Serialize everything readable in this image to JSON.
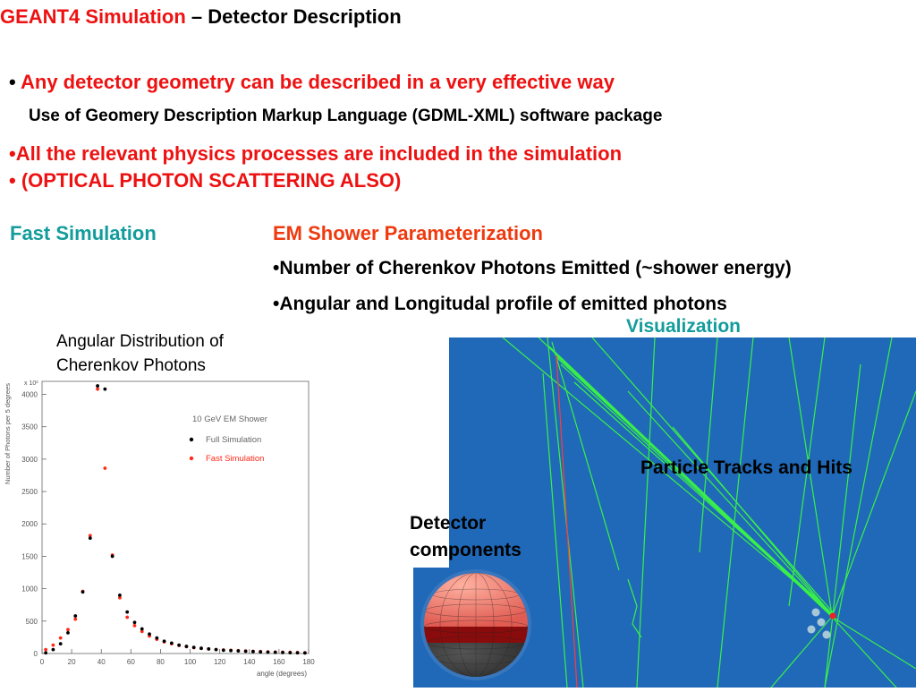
{
  "title": {
    "part1": "GEANT4 Simulation",
    "part2": " – Detector Description"
  },
  "bullets": {
    "b1_mark": "• ",
    "b1_text": "Any detector geometry can be described in a very effective way",
    "b1_sub": "Use of Geomery Description Markup Language (GDML-XML) software package",
    "b2": "•All the relevant physics processes are included in the simulation",
    "b3": "• (OPTICAL PHOTON SCATTERING ALSO)"
  },
  "fast_simulation": {
    "heading": "Fast Simulation",
    "em_heading": "EM Shower Parameterization",
    "item1": "•Number of Cherenkov Photons Emitted (~shower energy)",
    "item2": "•Angular and Longitudal profile of emitted photons"
  },
  "chart_caption": {
    "line1": "Angular Distribution of",
    "line2": "Cherenkov Photons"
  },
  "visualization": {
    "heading": "Visualization",
    "tracks_label": "Particle Tracks and Hits",
    "detector_line1": "Detector",
    "detector_line2": "components"
  },
  "colors": {
    "title_red": "#ee1111",
    "teal": "#139c9c",
    "orange": "#ef3a10",
    "viz_bg": "#1f69b8",
    "track_green": "#3dff3d"
  },
  "chart_data": {
    "type": "scatter",
    "title": "10 GeV EM Shower",
    "xlabel": "angle (degrees)",
    "ylabel": "Number of Photons per 5 degrees",
    "y_multiplier": "x 10²",
    "xlim": [
      0,
      180
    ],
    "ylim": [
      0,
      4200
    ],
    "x_ticks": [
      0,
      20,
      40,
      60,
      80,
      100,
      120,
      140,
      160,
      180
    ],
    "y_ticks": [
      0,
      500,
      1000,
      1500,
      2000,
      2500,
      3000,
      3500,
      4000
    ],
    "legend_position": "top-right",
    "series": [
      {
        "name": "Full Simulation",
        "color": "#000000",
        "x": [
          2.5,
          7.5,
          12.5,
          17.5,
          22.5,
          27.5,
          32.5,
          37.5,
          42.5,
          47.5,
          52.5,
          57.5,
          62.5,
          67.5,
          72.5,
          77.5,
          82.5,
          87.5,
          92.5,
          97.5,
          102.5,
          107.5,
          112.5,
          117.5,
          122.5,
          127.5,
          132.5,
          137.5,
          142.5,
          147.5,
          152.5,
          157.5,
          162.5,
          167.5,
          172.5,
          177.5
        ],
        "y": [
          10,
          60,
          150,
          320,
          580,
          950,
          1780,
          4130,
          4080,
          1500,
          900,
          640,
          480,
          380,
          300,
          240,
          190,
          160,
          130,
          110,
          95,
          80,
          70,
          60,
          50,
          45,
          40,
          35,
          30,
          25,
          20,
          18,
          15,
          12,
          10,
          8
        ]
      },
      {
        "name": "Fast Simulation",
        "color": "#ff2a1a",
        "x": [
          2.5,
          7.5,
          12.5,
          17.5,
          22.5,
          27.5,
          32.5,
          37.5,
          42.5,
          47.5,
          52.5,
          57.5,
          62.5,
          67.5,
          72.5,
          77.5,
          82.5,
          87.5,
          92.5,
          97.5,
          102.5,
          107.5,
          112.5,
          117.5,
          122.5,
          127.5,
          132.5,
          137.5,
          142.5,
          147.5,
          152.5,
          157.5,
          162.5,
          167.5,
          172.5,
          177.5
        ],
        "y": [
          60,
          130,
          240,
          370,
          530,
          960,
          1820,
          4080,
          2860,
          1520,
          860,
          560,
          430,
          340,
          270,
          220,
          180,
          150,
          125,
          105,
          90,
          80,
          70,
          60,
          55,
          50,
          45,
          40,
          35,
          30,
          25,
          22,
          20,
          18,
          15,
          12
        ]
      }
    ]
  }
}
